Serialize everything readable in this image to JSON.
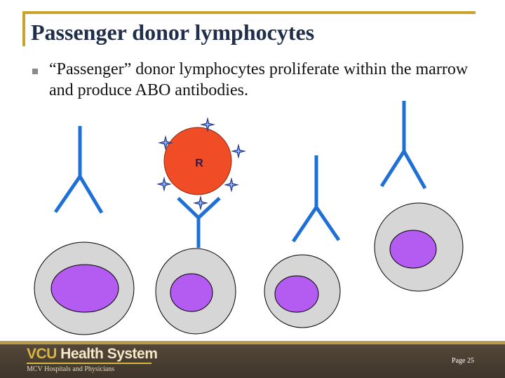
{
  "slide": {
    "title": "Passenger donor lymphocytes",
    "bullet": "“Passenger” donor lymphocytes proliferate within the marrow and produce ABO antibodies.",
    "bullet_marker_icon": "square-bullet-icon"
  },
  "diagram": {
    "red_cell_label": "R",
    "colors": {
      "antibody": "#1e6fd6",
      "red_cell": "#f04d26",
      "antigen_star": "#2a3a8a",
      "cell_body": "#d6d6d6",
      "nucleus": "#b45cf2"
    }
  },
  "footer": {
    "logo_vcu": "VCU",
    "logo_health": " Health System",
    "logo_sub": "MCV Hospitals and Physicians",
    "page": "Page 25"
  },
  "colors": {
    "title": "#1f2e4a",
    "accent_gold": "#c9a227",
    "footer_bg": "#4a3f33"
  }
}
